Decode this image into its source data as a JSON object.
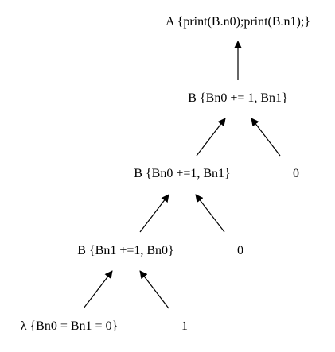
{
  "nodes": {
    "root": "A {print(B.n0);print(B.n1);}",
    "b_top": "B {Bn0 += 1, Bn1}",
    "b_mid": "B {Bn0 +=1, Bn1}",
    "zero_top": "0",
    "b_low": "B {Bn1 +=1, Bn0}",
    "zero_mid": "0",
    "lambda": "λ {Bn0 = Bn1 = 0}",
    "one": "1"
  },
  "colors": {
    "line": "#000000",
    "text": "#000000",
    "background": "#ffffff"
  }
}
